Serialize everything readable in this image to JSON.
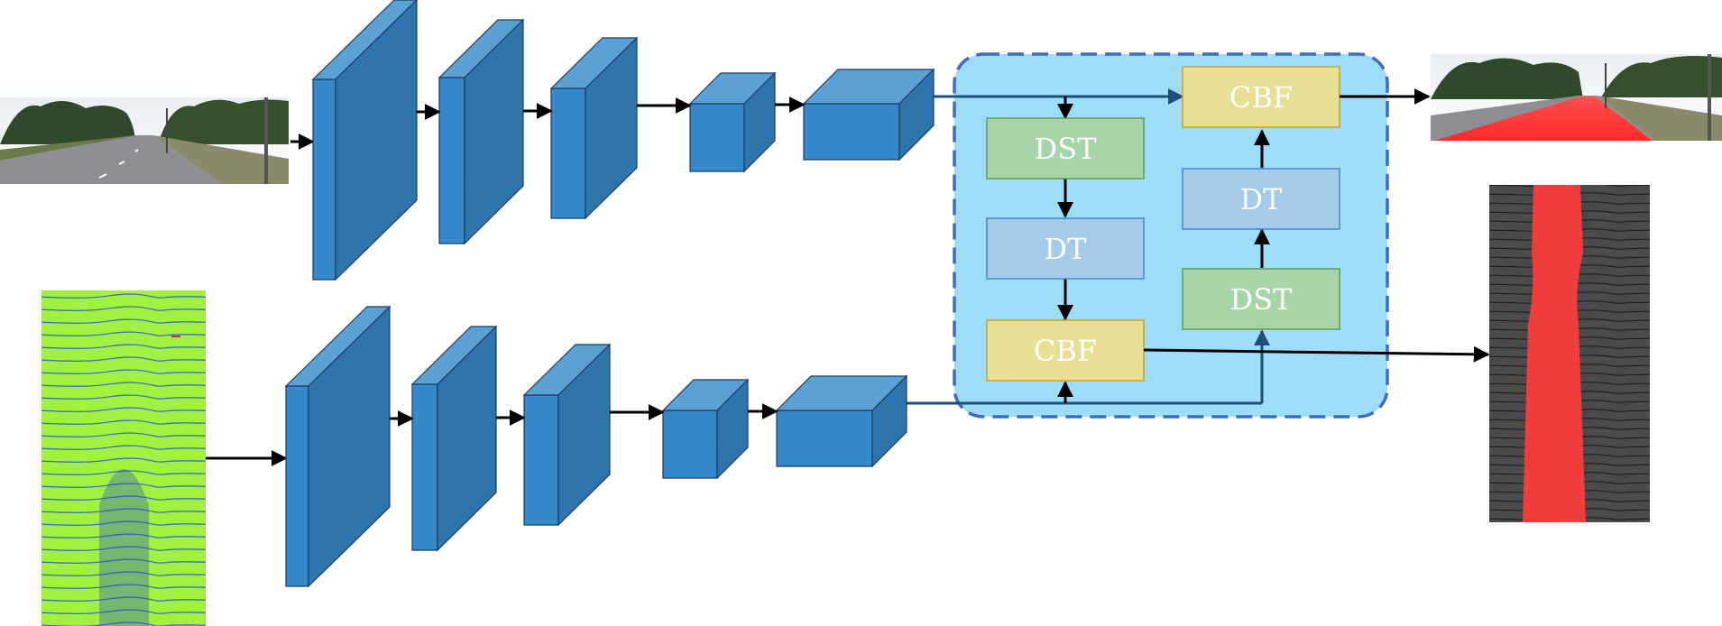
{
  "colors": {
    "block_front": "#3489CB",
    "block_top": "#5AA2D6",
    "block_side": "#2F75AD",
    "block_stroke": "#1F3A5F",
    "fusion_fill": "#9EDDF7",
    "fusion_border": "#3D6DB8",
    "dst_fill": "#A8D5A8",
    "dst_stroke": "#5B9B5B",
    "dt_fill": "#A4CBEA",
    "dt_stroke": "#4A86C4",
    "cbf_fill": "#E6DF94",
    "cbf_stroke": "#C9A227",
    "arrow": "#000000",
    "fusion_arrow": "#1F4E79"
  },
  "fusion": {
    "left_branch": [
      {
        "label": "DST",
        "kind": "dst"
      },
      {
        "label": "DT",
        "kind": "dt"
      },
      {
        "label": "CBF",
        "kind": "cbf"
      }
    ],
    "right_branch": [
      {
        "label": "DST",
        "kind": "dst"
      },
      {
        "label": "DT",
        "kind": "dt"
      },
      {
        "label": "CBF",
        "kind": "cbf"
      }
    ]
  },
  "inputs": {
    "camera_image": "rgb-road-image",
    "lidar_image": "lidar-projection-image"
  },
  "outputs": {
    "camera_result": "road-segmentation-rgb",
    "lidar_result": "road-segmentation-lidar"
  }
}
